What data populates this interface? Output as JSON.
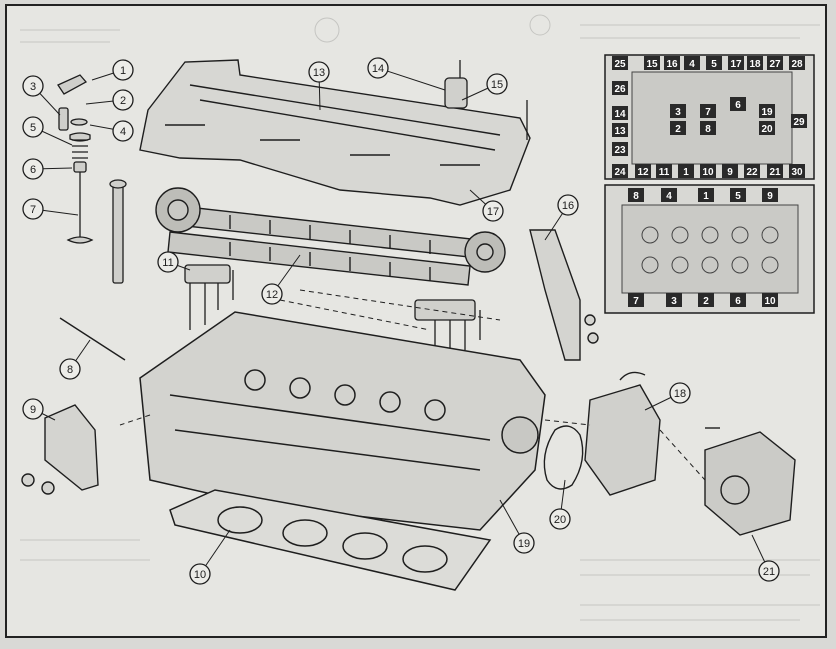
{
  "callouts": [
    "1",
    "2",
    "3",
    "4",
    "5",
    "6",
    "7",
    "8",
    "9",
    "10",
    "11",
    "12",
    "13",
    "14",
    "15",
    "16",
    "17",
    "18",
    "19",
    "20",
    "21"
  ],
  "top_view_labels": [
    "25",
    "15",
    "16",
    "4",
    "5",
    "17",
    "18",
    "27",
    "28",
    "26",
    "3",
    "7",
    "6",
    "19",
    "14",
    "2",
    "8",
    "20",
    "29",
    "13",
    "23",
    "24",
    "12",
    "11",
    "1",
    "10",
    "9",
    "22",
    "21",
    "30"
  ],
  "bottom_view_labels": [
    "8",
    "4",
    "1",
    "5",
    "9",
    "7",
    "3",
    "2",
    "6",
    "10"
  ],
  "colors": {
    "ink": "#1e1e1e",
    "paper": "#e6e6e2",
    "badge": "#2a2a2a",
    "badge_text": "#ffffff"
  }
}
